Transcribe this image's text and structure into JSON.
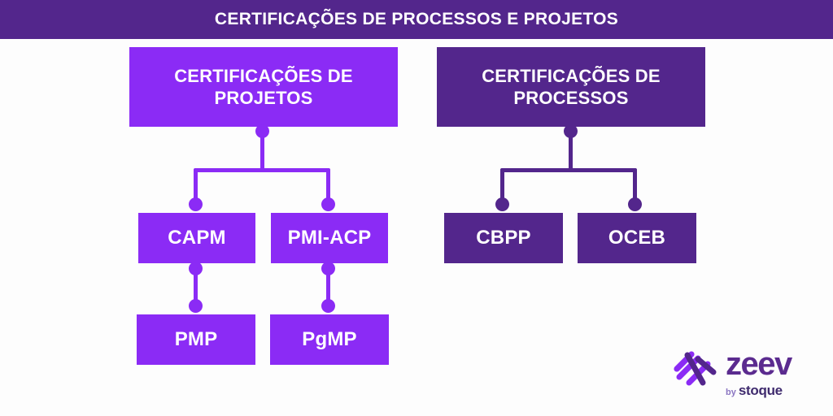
{
  "header": {
    "title": "CERTIFICAÇÕES DE PROCESSOS E PROJETOS",
    "background_color": "#53268C",
    "text_color": "#FFFFFF"
  },
  "colors": {
    "accent_light_purple": "#8B2BF5",
    "accent_dark_purple": "#53268C",
    "background": "#FDFDFD",
    "node_text": "#FFFFFF",
    "logo_word": "#5B2B8F",
    "logo_sub": "#3F2B6E",
    "logo_by": "#8B76C2"
  },
  "diagram": {
    "type": "tree",
    "branches": [
      {
        "id": "projetos",
        "root": {
          "label": "CERTIFICAÇÕES DE PROJETOS",
          "color": "#8B2BF5"
        },
        "level2": [
          {
            "label": "CAPM",
            "color": "#8B2BF5"
          },
          {
            "label": "PMI-ACP",
            "color": "#8B2BF5"
          }
        ],
        "level3": [
          {
            "label": "PMP",
            "color": "#8B2BF5",
            "parent": "CAPM"
          },
          {
            "label": "PgMP",
            "color": "#8B2BF5",
            "parent": "PMI-ACP"
          }
        ]
      },
      {
        "id": "processos",
        "root": {
          "label": "CERTIFICAÇÕES DE PROCESSOS",
          "color": "#53268C"
        },
        "level2": [
          {
            "label": "CBPP",
            "color": "#53268C"
          },
          {
            "label": "OCEB",
            "color": "#53268C"
          }
        ],
        "level3": []
      }
    ]
  },
  "logo": {
    "mark": "zeev-logo-mark",
    "word": "zeev",
    "by": "by ",
    "company": "stoque"
  }
}
